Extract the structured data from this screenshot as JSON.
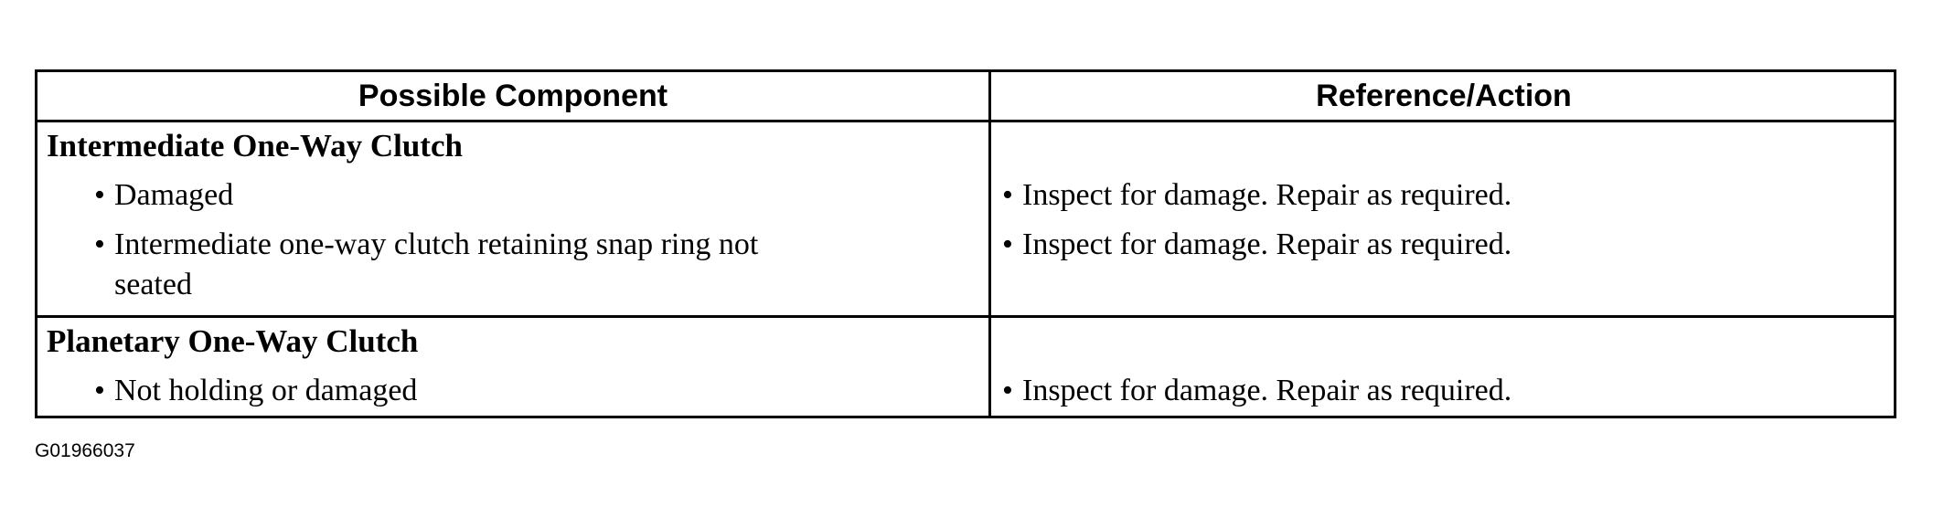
{
  "table": {
    "headers": {
      "component": "Possible Component",
      "action": "Reference/Action"
    },
    "groups": [
      {
        "title": "Intermediate One-Way Clutch",
        "items": [
          {
            "component": "Damaged",
            "action": "Inspect for damage. Repair as required."
          },
          {
            "component_line1": "Intermediate one-way clutch retaining snap ring not",
            "component_line2": "seated",
            "action": "Inspect for damage. Repair as required."
          }
        ]
      },
      {
        "title": "Planetary One-Way Clutch",
        "items": [
          {
            "component": "Not holding or damaged",
            "action": "Inspect for damage. Repair as required."
          }
        ]
      }
    ]
  },
  "bullet_char": "•",
  "figure_code": "G01966037"
}
